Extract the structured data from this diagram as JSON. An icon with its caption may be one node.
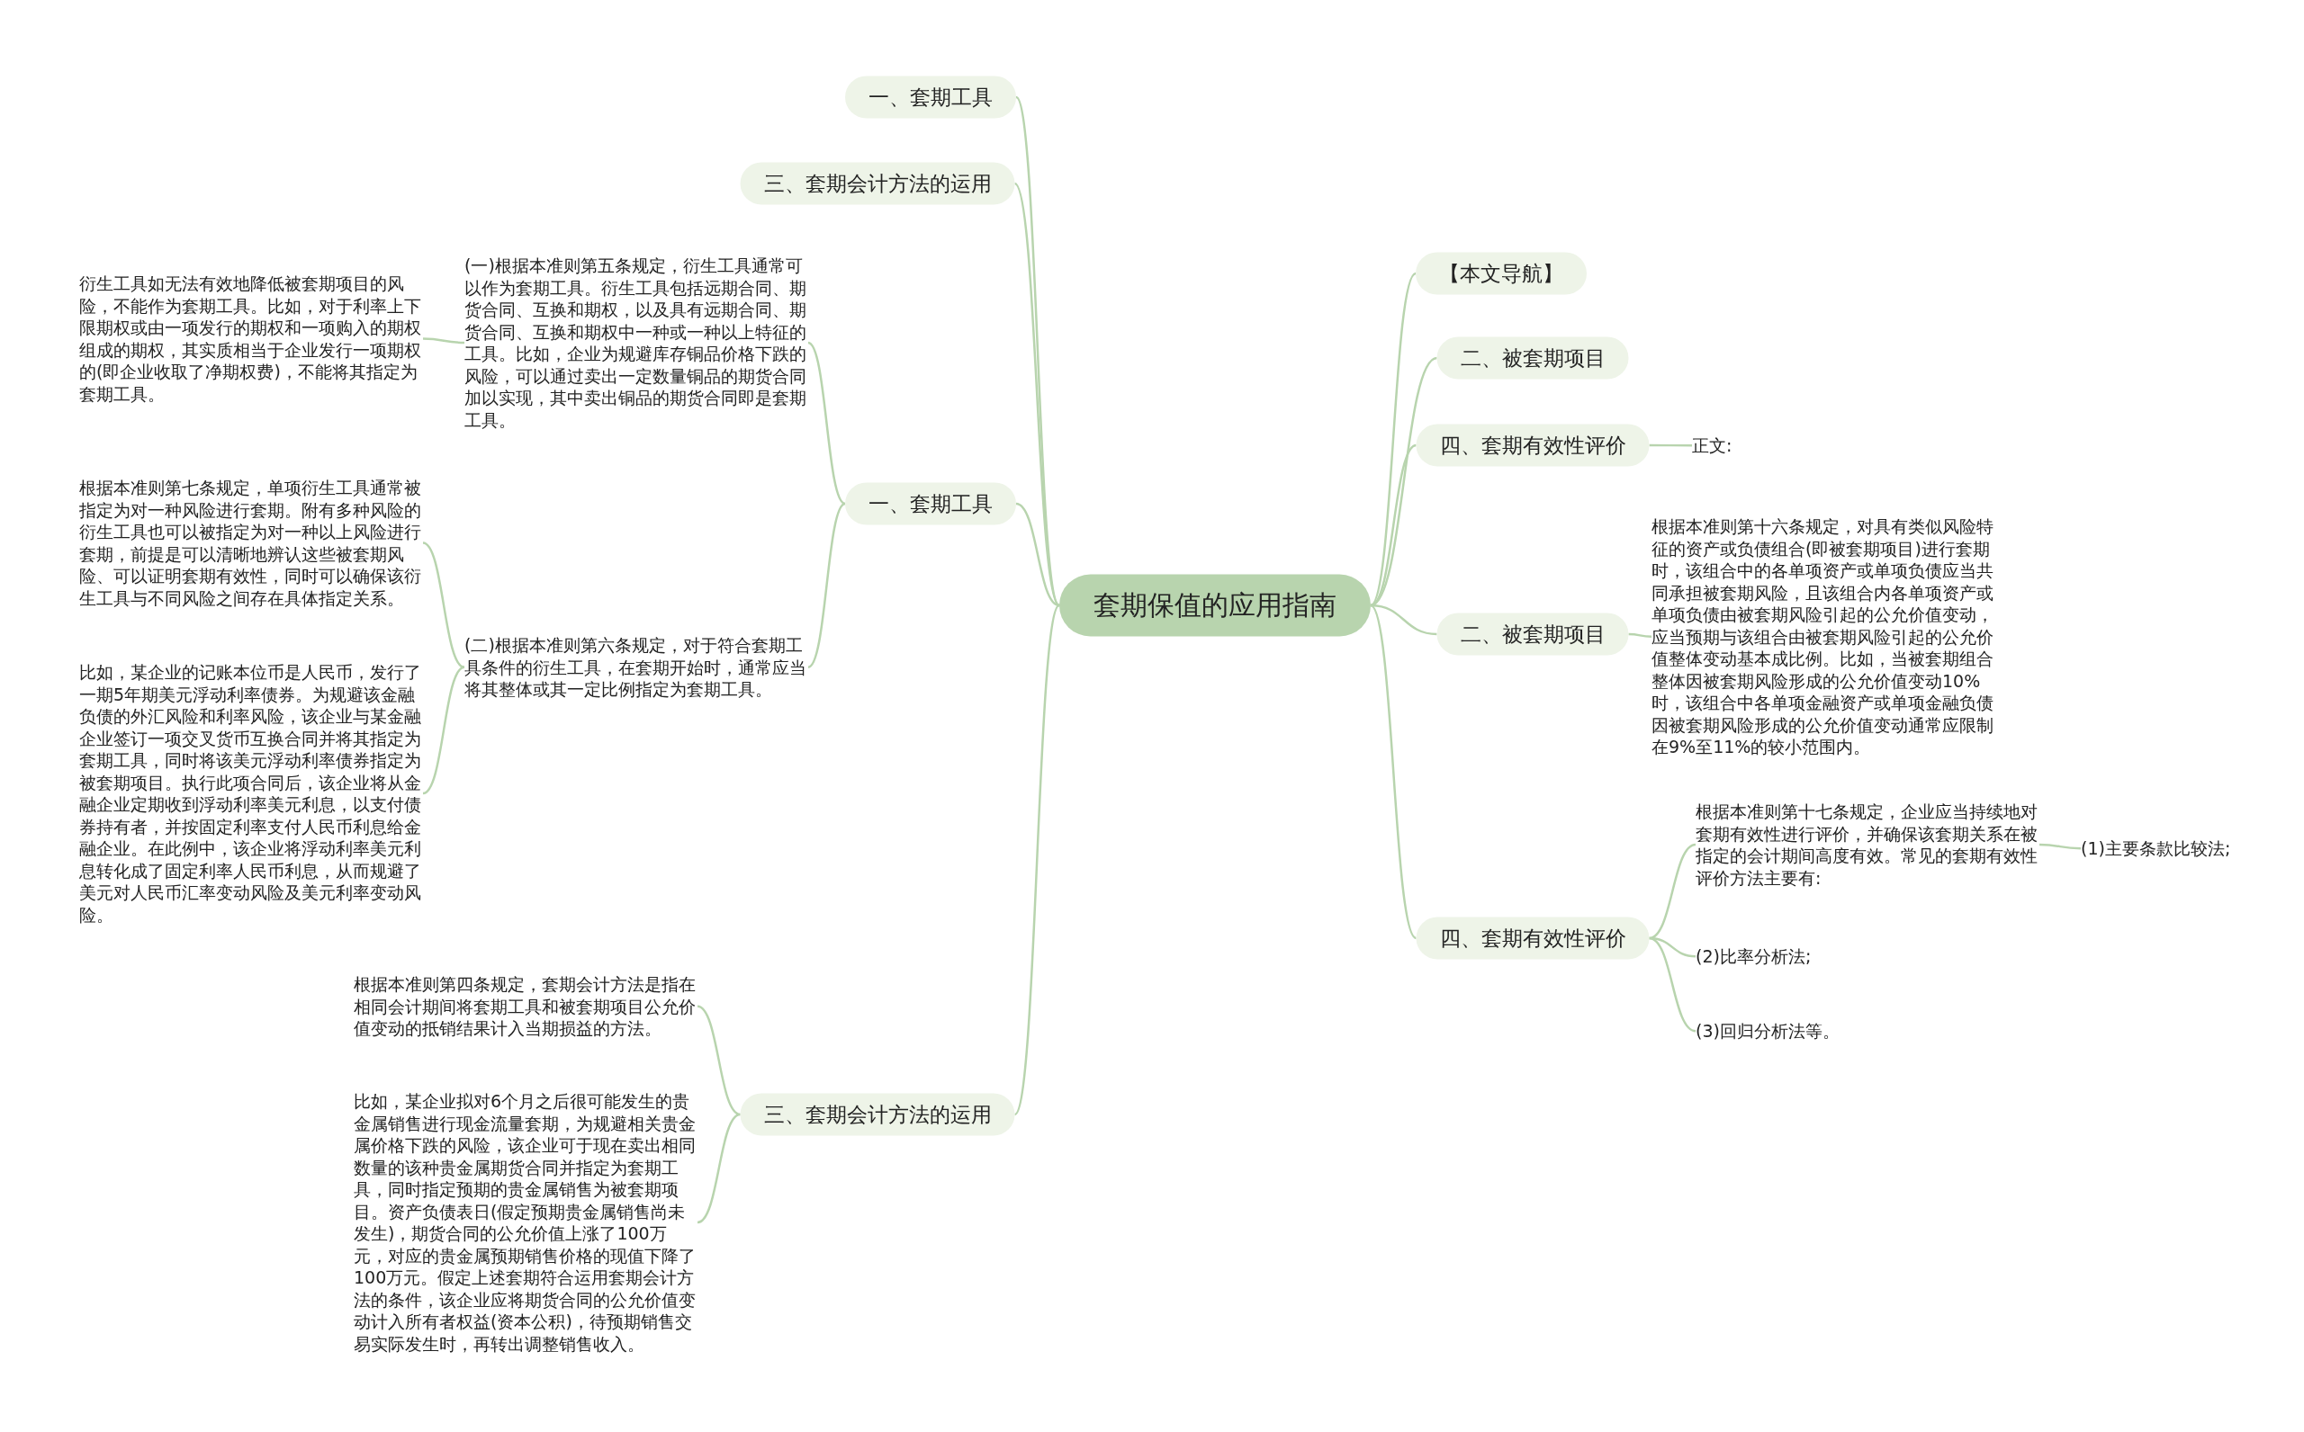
{
  "diagram": {
    "nodes": [
      {
        "text": [
          "套期保值的应用指南"
        ]
      },
      {
        "text": [
          "一、套期工具"
        ]
      },
      {
        "text": [
          "三、套期会计方法的运用"
        ]
      },
      {
        "text": [
          "一、套期工具"
        ]
      },
      {
        "text": [
          "(一)根据本准则第五条规定，衍生工具通常可以作为套期工具。衍生工具包括远期合同、期货合同、互换和期权，以及具有远期合同、期货合同、互换和期权中一种或一种以上特征的工具。比如，企业为规避库存铜品价格下跌的风险，可以通过卖出一定数量铜品的期货合同加以实现，其中卖出铜品的期货合同即是套期工具。"
        ]
      },
      {
        "text": [
          "衍生工具如无法有效地降低被套期项目的风险，不能作为套期工具。比如，对于利率上下限期权或由一项发行的期权和一项购入的期权组成的期权，其实质相当于企业发行一项期权的(即企业收取了净期权费)，不能将其指定为套期工具。"
        ]
      },
      {
        "text": [
          "(二)根据本准则第六条规定，对于符合套期工具条件的衍生工具，在套期开始时，通常应当将其整体或其一定比例指定为套期工具。"
        ]
      },
      {
        "text": [
          "根据本准则第七条规定，单项衍生工具通常被指定为对一种风险进行套期。附有多种风险的衍生工具也可以被指定为对一种以上风险进行套期，前提是可以清晰地辨认这些被套期风险、可以证明套期有效性，同时可以确保该衍生工具与不同风险之间存在具体指定关系。"
        ]
      },
      {
        "text": [
          "比如，某企业的记账本位币是人民币，发行了一期5年期美元浮动利率债券。为规避该金融负债的外汇风险和利率风险，该企业与某金融企业签订一项交叉货币互换合同并将其指定为套期工具，同时将该美元浮动利率债券指定为被套期项目。执行此项合同后，该企业将从金融企业定期收到浮动利率美元利息，以支付债券持有者，并按固定利率支付人民币利息给金融企业。在此例中，该企业将浮动利率美元利息转化成了固定利率人民币利息，从而规避了美元对人民币汇率变动风险及美元利率变动风险。"
        ]
      },
      {
        "text": [
          "三、套期会计方法的运用"
        ]
      },
      {
        "text": [
          "根据本准则第四条规定，套期会计方法是指在相同会计期间将套期工具和被套期项目公允价值变动的抵销结果计入当期损益的方法。"
        ]
      },
      {
        "text": [
          "比如，某企业拟对6个月之后很可能发生的贵金属销售进行现金流量套期，为规避相关贵金属价格下跌的风险，该企业可于现在卖出相同数量的该种贵金属期货合同并指定为套期工具，同时指定预期的贵金属销售为被套期项目。资产负债表日(假定预期贵金属销售尚未发生)，期货合同的公允价值上涨了100万元，对应的贵金属预期销售价格的现值下降了100万元。假定上述套期符合运用套期会计方法的条件，该企业应将期货合同的公允价值变动计入所有者权益(资本公积)，待预期销售交易实际发生时，再转出调整销售收入。"
        ]
      },
      {
        "text": [
          "【本文导航】"
        ]
      },
      {
        "text": [
          "二、被套期项目"
        ]
      },
      {
        "text": [
          "四、套期有效性评价"
        ]
      },
      {
        "text": [
          "正文:"
        ]
      },
      {
        "text": [
          "二、被套期项目"
        ]
      },
      {
        "text": [
          "根据本准则第十六条规定，对具有类似风险特征的资产或负债组合(即被套期项目)进行套期时，该组合中的各单项资产或单项负债应当共同承担被套期风险，且该组合内各单项资产或单项负债由被套期风险引起的公允价值变动，应当预期与该组合由被套期风险引起的公允价值整体变动基本成比例。比如，当被套期组合整体因被套期风险形成的公允价值变动10%时，该组合中各单项金融资产或单项金融负债因被套期风险形成的公允价值变动通常应限制在9%至11%的较小范围内。"
        ]
      },
      {
        "text": [
          "四、套期有效性评价"
        ]
      },
      {
        "text": [
          "根据本准则第十七条规定，企业应当持续地对套期有效性进行评价，并确保该套期关系在被指定的会计期间高度有效。常见的套期有效性评价方法主要有:"
        ]
      },
      {
        "text": [
          "(1)主要条款比较法;"
        ]
      },
      {
        "text": [
          "(2)比率分析法;"
        ]
      },
      {
        "text": [
          "(3)回归分析法等。"
        ]
      }
    ],
    "edges": [
      {
        "from": 0,
        "to": 1,
        "arrow": "none"
      },
      {
        "from": 0,
        "to": 2,
        "arrow": "none"
      },
      {
        "from": 0,
        "to": 3,
        "arrow": "none"
      },
      {
        "from": 3,
        "to": 4,
        "arrow": "none"
      },
      {
        "from": 4,
        "to": 5,
        "arrow": "none"
      },
      {
        "from": 3,
        "to": 6,
        "arrow": "none"
      },
      {
        "from": 6,
        "to": 7,
        "arrow": "none"
      },
      {
        "from": 6,
        "to": 8,
        "arrow": "none"
      },
      {
        "from": 0,
        "to": 9,
        "arrow": "none"
      },
      {
        "from": 9,
        "to": 10,
        "arrow": "none"
      },
      {
        "from": 9,
        "to": 11,
        "arrow": "none"
      },
      {
        "from": 0,
        "to": 12,
        "arrow": "none"
      },
      {
        "from": 0,
        "to": 13,
        "arrow": "none"
      },
      {
        "from": 0,
        "to": 14,
        "arrow": "none"
      },
      {
        "from": 14,
        "to": 15,
        "arrow": "none"
      },
      {
        "from": 0,
        "to": 16,
        "arrow": "none"
      },
      {
        "from": 16,
        "to": 17,
        "arrow": "none"
      },
      {
        "from": 0,
        "to": 18,
        "arrow": "none"
      },
      {
        "from": 18,
        "to": 19,
        "arrow": "none"
      },
      {
        "from": 19,
        "to": 20,
        "arrow": "none"
      },
      {
        "from": 18,
        "to": 21,
        "arrow": "none"
      },
      {
        "from": 18,
        "to": 22,
        "arrow": "none"
      }
    ]
  }
}
